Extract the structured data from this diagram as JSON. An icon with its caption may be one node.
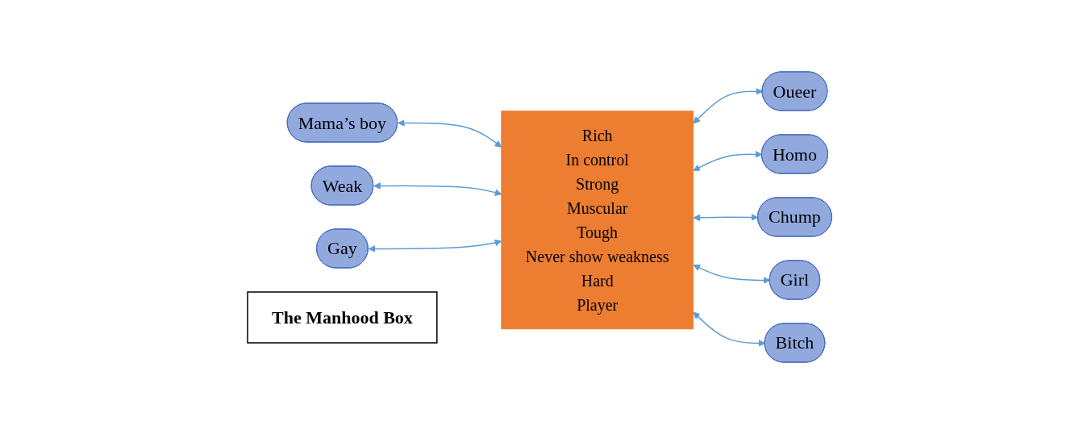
{
  "diagram": {
    "nodes": [
      {
        "text": [
          "The Manhood Box"
        ]
      },
      {
        "text": [
          "Rich",
          "In control",
          "Strong",
          "Muscular",
          "Tough",
          "Never show weakness",
          "Hard",
          "Player"
        ]
      },
      {
        "text": [
          "Mama’s boy"
        ]
      },
      {
        "text": [
          "Oueer"
        ]
      },
      {
        "text": [
          "Weak"
        ]
      },
      {
        "text": [
          "Homo"
        ]
      },
      {
        "text": [
          "Gay"
        ]
      },
      {
        "text": [
          "Chump"
        ]
      },
      {
        "text": [
          "Girl"
        ]
      },
      {
        "text": [
          "Bitch"
        ]
      }
    ],
    "edges": [
      {
        "from": 2,
        "to": 1,
        "arrow": "both"
      },
      {
        "from": 1,
        "to": 3,
        "arrow": "both"
      },
      {
        "from": 4,
        "to": 1,
        "arrow": "both"
      },
      {
        "from": 1,
        "to": 5,
        "arrow": "both"
      },
      {
        "from": 6,
        "to": 1,
        "arrow": "both"
      },
      {
        "from": 1,
        "to": 7,
        "arrow": "both"
      },
      {
        "from": 1,
        "to": 8,
        "arrow": "both"
      },
      {
        "from": 1,
        "to": 9,
        "arrow": "both"
      }
    ]
  }
}
